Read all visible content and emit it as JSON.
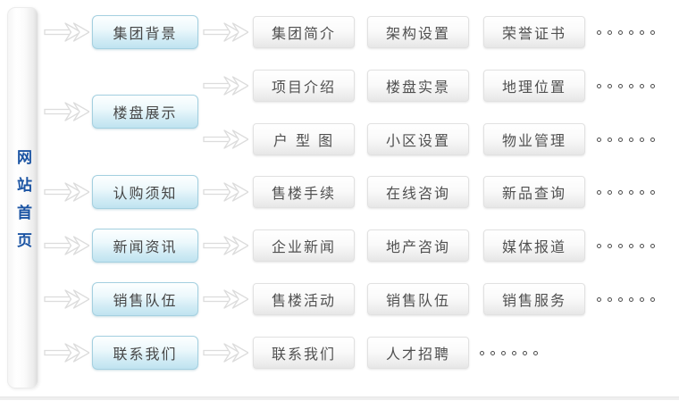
{
  "sitemap": {
    "home_label": "网站首页",
    "rows": [
      {
        "level1": "集团背景",
        "subrows": [
          {
            "items": [
              "集团简介",
              "架构设置",
              "荣誉证书"
            ]
          }
        ]
      },
      {
        "level1": "楼盘展示",
        "subrows": [
          {
            "items": [
              "项目介绍",
              "楼盘实景",
              "地理位置"
            ]
          },
          {
            "items": [
              "户 型 图",
              "小区设置",
              "物业管理"
            ]
          }
        ]
      },
      {
        "level1": "认购须知",
        "subrows": [
          {
            "items": [
              "售楼手续",
              "在线咨询",
              "新品查询"
            ]
          }
        ]
      },
      {
        "level1": "新闻资讯",
        "subrows": [
          {
            "items": [
              "企业新闻",
              "地产咨询",
              "媒体报道"
            ]
          }
        ]
      },
      {
        "level1": "销售队伍",
        "subrows": [
          {
            "items": [
              "售楼活动",
              "销售队伍",
              "销售服务"
            ]
          }
        ]
      },
      {
        "level1": "联系我们",
        "subrows": [
          {
            "items": [
              "联系我们",
              "人才招聘"
            ]
          }
        ]
      }
    ],
    "icons": {
      "arrow": "double-chevron-right-outline",
      "ellipsis": "six-hollow-dots"
    },
    "colors": {
      "home_text": "#1b54a3",
      "lv1_border": "#a4d0e0",
      "lv1_gradient_bottom": "#bfe3f0",
      "lv1_text": "#464646",
      "lv2_border": "#e1e1e1",
      "lv2_gradient_bottom": "#e7e7e7",
      "lv2_text": "#505050",
      "arrow_stroke": "#dcdcdc",
      "dot_stroke": "#4d4d4d",
      "divider": "#efefef",
      "background": "#ffffff"
    }
  }
}
